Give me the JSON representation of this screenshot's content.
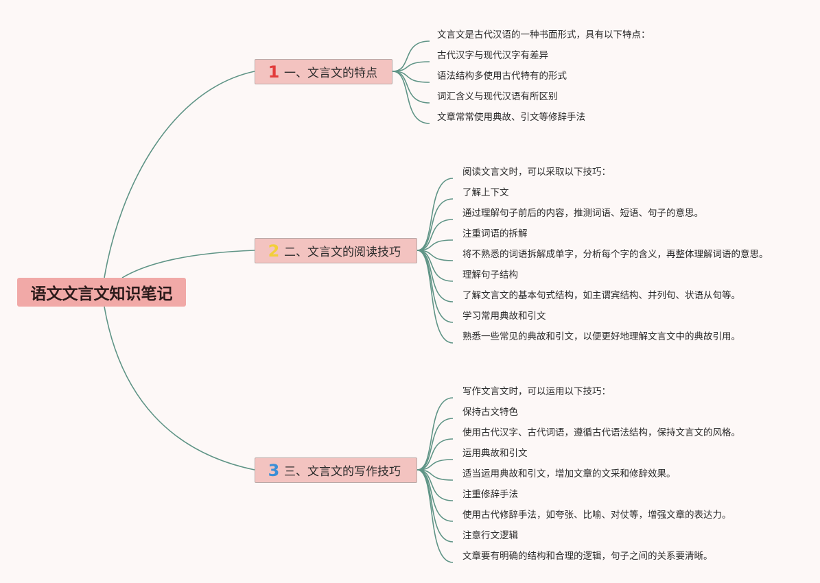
{
  "colors": {
    "background": "#fdf8f7",
    "connector": "#5f9486",
    "root_fill": "#f1a9a7",
    "branch_fill": "#f3c3c0"
  },
  "root": {
    "title": "语文文言文知识笔记"
  },
  "branches": [
    {
      "number": "1",
      "number_color": "#e23b3b",
      "title": "一、文言文的特点",
      "items": [
        "文言文是古代汉语的一种书面形式，具有以下特点：",
        "古代汉字与现代汉字有差异",
        "语法结构多使用古代特有的形式",
        "词汇含义与现代汉语有所区别",
        "文章常常使用典故、引文等修辞手法"
      ]
    },
    {
      "number": "2",
      "number_color": "#f2cf3a",
      "title": "二、文言文的阅读技巧",
      "items": [
        "阅读文言文时，可以采取以下技巧：",
        "了解上下文",
        "通过理解句子前后的内容，推测词语、短语、句子的意思。",
        "注重词语的拆解",
        "将不熟悉的词语拆解成单字，分析每个字的含义，再整体理解词语的意思。",
        "理解句子结构",
        "了解文言文的基本句式结构，如主谓宾结构、并列句、状语从句等。",
        "学习常用典故和引文",
        "熟悉一些常见的典故和引文，以便更好地理解文言文中的典故引用。"
      ]
    },
    {
      "number": "3",
      "number_color": "#3b8fd6",
      "title": "三、文言文的写作技巧",
      "items": [
        "写作文言文时，可以运用以下技巧：",
        "保持古文特色",
        "使用古代汉字、古代词语，遵循古代语法结构，保持文言文的风格。",
        "运用典故和引文",
        "适当运用典故和引文，增加文章的文采和修辞效果。",
        "注重修辞手法",
        "使用古代修辞手法，如夸张、比喻、对仗等，增强文章的表达力。",
        "注意行文逻辑",
        "文章要有明确的结构和合理的逻辑，句子之间的关系要清晰。"
      ]
    }
  ]
}
